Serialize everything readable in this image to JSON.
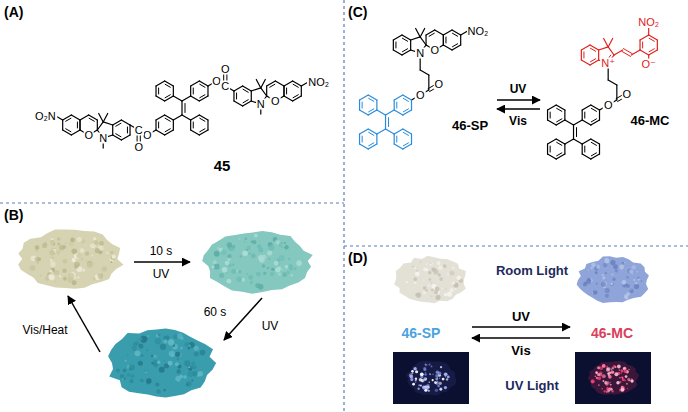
{
  "diagram": {
    "nodes": [
      {
        "text": [
          "(A)"
        ]
      },
      {
        "text": [
          "(B)"
        ]
      },
      {
        "text": [
          "(C)"
        ]
      },
      {
        "text": [
          "(D)"
        ]
      }
    ],
    "labels": [
      "O",
      "C",
      "O",
      "N",
      "O",
      "NO₂",
      "O",
      "C",
      "O",
      "N",
      "O",
      "O₂N",
      "45",
      "10 s",
      "UV",
      "60 s",
      "UV",
      "Vis/Heat",
      "N",
      "O",
      "NO₂",
      "O",
      "O",
      "46-SP",
      "UV",
      "Vis",
      "N⁺",
      "O⁻",
      "NO₂",
      "O",
      "O",
      "46-MC",
      "Room Light",
      "46-SP",
      "UV",
      "Vis",
      "46-MC",
      "UV Light"
    ]
  }
}
